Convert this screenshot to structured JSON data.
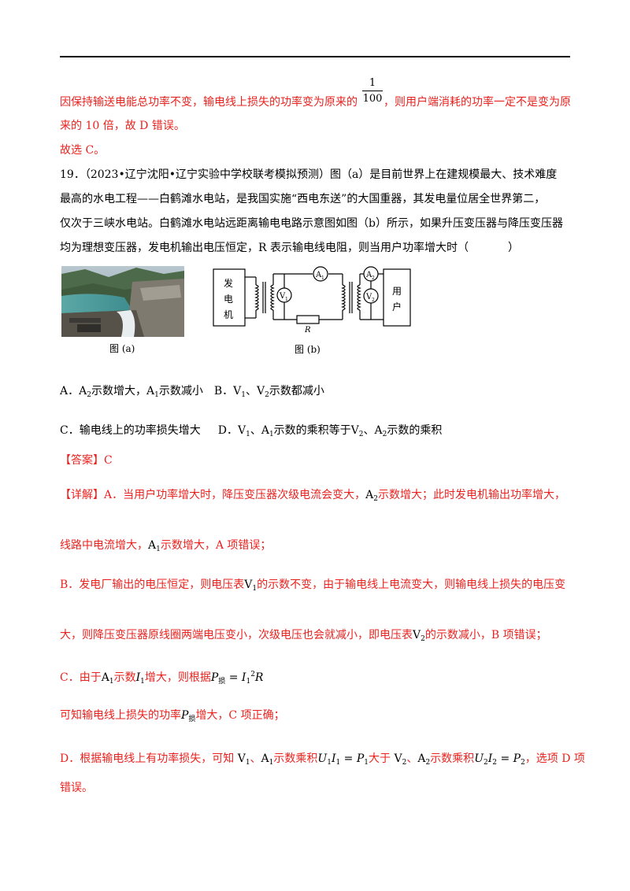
{
  "frac": {
    "num": "1",
    "den": "100"
  },
  "explain_d_1a": "因保持输送电能总功率不变，输电线上损失的功率变为原来的",
  "explain_d_1b": "，则用户端消耗的功率一定不是变为原",
  "explain_d_2": "来的 10 倍，故 D 错误。",
  "choose": "故选 C。",
  "q": {
    "line1": "19．（2023•辽宁沈阳•辽宁实验中学校联考模拟预测）图（a）是目前世界上在建规模最大、技术难度",
    "line2": "最高的水电工程——白鹤滩水电站，是我国实施“西电东送”的大国重器，其发电量位居全世界第二，",
    "line3": "仅次于三峡水电站。白鹤滩水电站远距离输电电路示意图如图（b）所示，如果升压变压器与降压变压器",
    "line4a": "均为理想变压器，发电机输出电压恒定，R 表示输电线电阻，则当用户功率增大时（",
    "line4b": "）"
  },
  "fig": {
    "cap_a": "图 (a)",
    "cap_b": "图 (b)",
    "generator": [
      "发",
      "电",
      "机"
    ],
    "user": [
      "用",
      "户"
    ],
    "r": "R",
    "a1": "A",
    "a2": "A",
    "v1": "V",
    "v2": "V",
    "s1": "1",
    "s2": "2"
  },
  "opts": {
    "a1": "A．",
    "a_m1": "A",
    "a_s1": "2",
    "a_t1": "示数增大，",
    "a_m2": "A",
    "a_s2": "1",
    "a_t2": "示数减小",
    "b1": "B．",
    "b_m1": "V",
    "b_s1": "1",
    "b_t1": "、",
    "b_m2": "V",
    "b_s2": "2",
    "b_t2": "示数都减小",
    "c": "C．输电线上的功率损失增大",
    "d1": "D．",
    "d_m1": "V",
    "d_s1": "1",
    "d_t1": "、",
    "d_m2": "A",
    "d_s2": "1",
    "d_t2": "示数的乘积等于",
    "d_m3": "V",
    "d_s3": "2",
    "d_t3": "、",
    "d_m4": "A",
    "d_s4": "2",
    "d_t4": "示数的乘积"
  },
  "answer": {
    "label": "【答案】",
    "value": "C"
  },
  "detail": {
    "l1a": "【详解】A．当用户功率增大时，降压变压器次级电流会变大，",
    "l1m": "A",
    "l1s": "2",
    "l1b": "示数增大；此时发电机输出功率增大，",
    "l2a": "线路中电流增大，",
    "l2m": "A",
    "l2s": "1",
    "l2b": "示数增大，A 项错误；",
    "l3a": "B．发电厂输出的电压恒定，则电压表",
    "l3m": "V",
    "l3s": "1",
    "l3b": "的示数不变，由于输电线上电流变大，则输电线上损失的电压变",
    "l4a": "大，则降压变压器原线圈两端电压变小，次级电压也会就减小，即电压表",
    "l4m": "V",
    "l4s": "2",
    "l4b": "的示数减小，B 项错误；",
    "l5a": "C．由于",
    "l5m": "A",
    "l5s": "1",
    "l5b": "示数",
    "l5i": "I",
    "l5is": "1",
    "l5c": "增大，则根据",
    "l5p": "P",
    "l5ps": "损",
    "l5eq": " = ",
    "l5i2": "I",
    "l5i2s": "1",
    "l5i2p": "2",
    "l5r": "R",
    "l6a": "可知输电线上损失的功率",
    "l6p": "P",
    "l6ps": "损",
    "l6b": "增大，C 项正确；",
    "l7a": "D．根据输电线上有功率损失，可知 ",
    "l7m1": "V",
    "l7s1": "1",
    "l7b": "、",
    "l7m2": "A",
    "l7s2": "1",
    "l7c": "示数乘积",
    "l7u": "U",
    "l7us": "1",
    "l7i": "I",
    "l7is": "1",
    "l7eq": " = ",
    "l7p": "P",
    "l7ps": "1",
    "l7d": "大于 ",
    "l7m3": "V",
    "l7s3": "2",
    "l7e": "、",
    "l7m4": "A",
    "l7s4": "2",
    "l7f": "示数乘积",
    "l7u2": "U",
    "l7u2s": "2",
    "l7i2": "I",
    "l7i2s": "2",
    "l7eq2": " = ",
    "l7p2": "P",
    "l7p2s": "2",
    "l7g": "，选项 D 项",
    "l8": "错误。"
  }
}
